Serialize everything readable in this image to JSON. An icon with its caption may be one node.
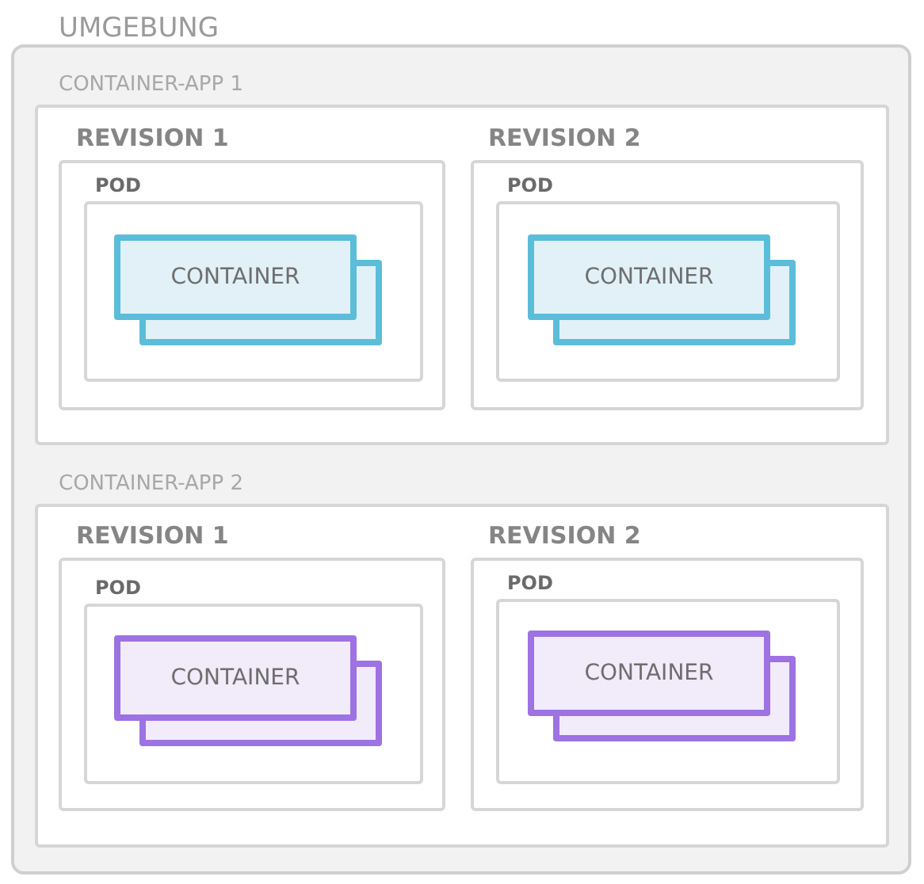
{
  "diagram": {
    "nodes": [
      {
        "text": [
          "UMGEBUNG"
        ]
      },
      {
        "text": [
          "CONTAINER-APP 1"
        ],
        "in": 0
      },
      {
        "text": [
          "REVISION 1"
        ],
        "in": 1
      },
      {
        "text": [
          "POD"
        ],
        "in": 2
      },
      {
        "text": [
          "CONTAINER"
        ],
        "in": 3
      },
      {
        "text": [
          "REVISION 2"
        ],
        "in": 1
      },
      {
        "text": [
          "POD"
        ],
        "in": 5
      },
      {
        "text": [
          "CONTAINER"
        ],
        "in": 6
      },
      {
        "text": [
          "CONTAINER-APP 2"
        ],
        "in": 0
      },
      {
        "text": [
          "REVISION 1"
        ],
        "in": 8
      },
      {
        "text": [
          "POD"
        ],
        "in": 9
      },
      {
        "text": [
          "CONTAINER"
        ],
        "in": 10
      },
      {
        "text": [
          "REVISION 2"
        ],
        "in": 8
      },
      {
        "text": [
          "POD"
        ],
        "in": 12
      },
      {
        "text": [
          "CONTAINER"
        ],
        "in": 13
      }
    ]
  }
}
